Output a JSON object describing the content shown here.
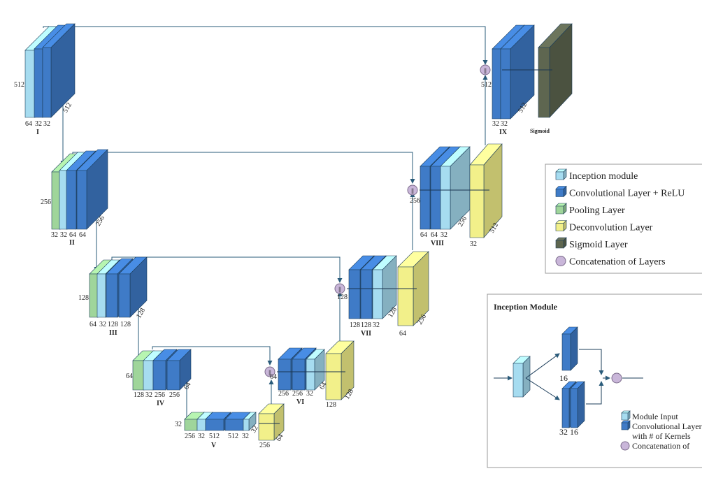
{
  "colors": {
    "inception": "#a6dcf0",
    "conv": "#3f7bc7",
    "pooling": "#9fd59a",
    "deconv": "#f2f08a",
    "sigmoid": "#5e6650",
    "concat": "#c9b6d9",
    "connector": "#2a5b7a"
  },
  "stages": {
    "I": {
      "label": "I",
      "height": "512",
      "widths": [
        "64",
        "32",
        "32"
      ],
      "depth": "512"
    },
    "II": {
      "label": "II",
      "height": "256",
      "widths": [
        "32",
        "32",
        "64",
        "64"
      ],
      "depth": "256"
    },
    "III": {
      "label": "III",
      "height": "128",
      "widths": [
        "64",
        "32",
        "128",
        "128"
      ],
      "depth": "128"
    },
    "IV": {
      "label": "IV",
      "height": "64",
      "widths": [
        "128",
        "32",
        "256",
        "256"
      ],
      "depth": "64"
    },
    "V": {
      "label": "V",
      "height": "32",
      "widths": [
        "256",
        "32",
        "512",
        "512",
        "32"
      ],
      "depth": "32"
    },
    "VI": {
      "label": "VI",
      "height": "64",
      "widths": [
        "256",
        "256",
        "32"
      ],
      "depth": "64",
      "deconv_width": "128",
      "deconv_depth": "128",
      "deconv_below": "256",
      "deconv_side": "64"
    },
    "VII": {
      "label": "VII",
      "height": "128",
      "widths": [
        "128",
        "128",
        "32"
      ],
      "depth": "128",
      "deconv_width": "64",
      "deconv_depth": "256"
    },
    "VIII": {
      "label": "VIII",
      "height": "256",
      "widths": [
        "64",
        "64",
        "32"
      ],
      "depth": "256",
      "deconv_width": "32",
      "deconv_depth": "512"
    },
    "IX": {
      "label": "IX",
      "height": "512",
      "widths": [
        "32",
        "32"
      ],
      "depth": "512"
    }
  },
  "sigmoid_label": "Sigmoid",
  "concat_symbol": "||",
  "legend": {
    "items": [
      {
        "label": "Inception module",
        "icon": "inception-cube-icon"
      },
      {
        "label": "Convolutional Layer + ReLU",
        "icon": "conv-cube-icon"
      },
      {
        "label": "Pooling Layer",
        "icon": "pooling-cube-icon"
      },
      {
        "label": "Deconvolution Layer",
        "icon": "deconv-cube-icon"
      },
      {
        "label": "Sigmoid Layer",
        "icon": "sigmoid-cube-icon"
      },
      {
        "label": "Concatenation of Layers",
        "icon": "concat-circle-icon"
      }
    ]
  },
  "inception_module": {
    "title": "Inception Module",
    "top_label": "16",
    "bottom_labels": "32 16",
    "legend": [
      {
        "label": "Module Input"
      },
      {
        "label": "Convolutional Layer"
      },
      {
        "label": "with # of Kernels"
      },
      {
        "label": "Concatenation of"
      }
    ]
  }
}
